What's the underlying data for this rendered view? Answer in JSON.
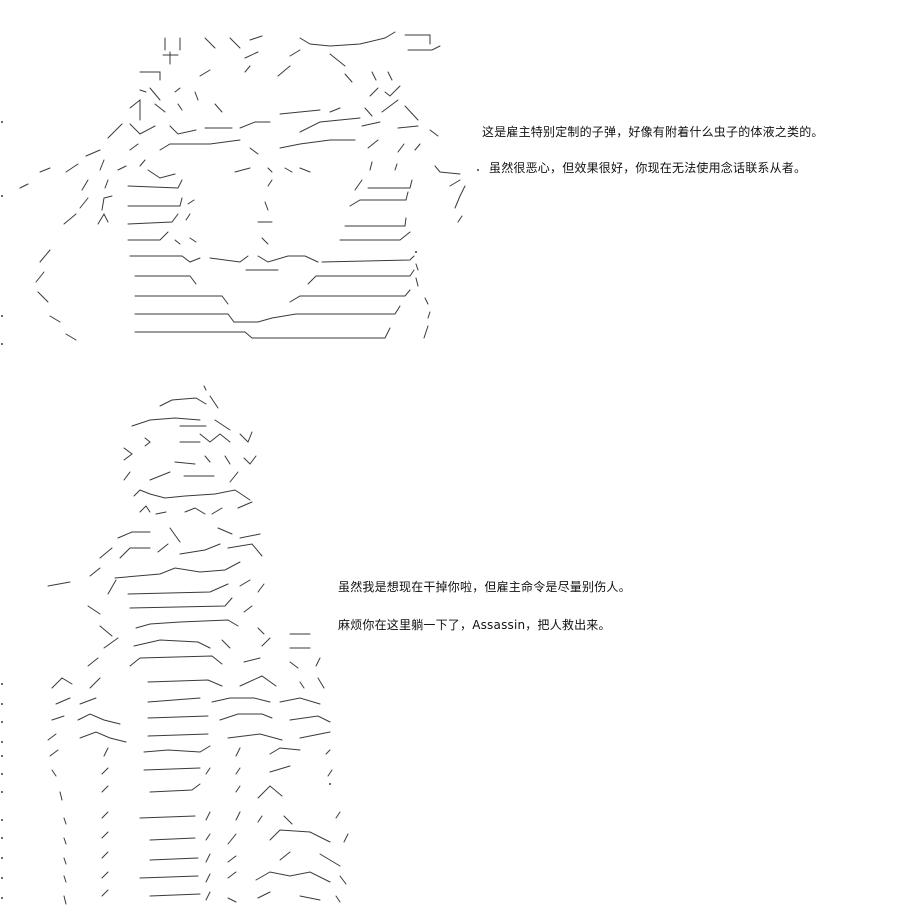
{
  "panels": [
    {
      "id": "top",
      "lines": [
        "这是雇主特别定制的子弹，好像有附着什么虫子的体液之类的。",
        "虽然很恶心，但效果很好，你现在无法使用念话联系从者。"
      ]
    },
    {
      "id": "bottom",
      "lines": [
        "虽然我是想现在干掉你啦，但雇主命令是尽量别伤人。",
        "麻烦你在这里躺一下了，Assassin，把人救出来。"
      ]
    }
  ],
  "colors": {
    "background": "#ffffff",
    "ink": "#1a1a1a",
    "art_stroke": "#3a3a3a"
  }
}
